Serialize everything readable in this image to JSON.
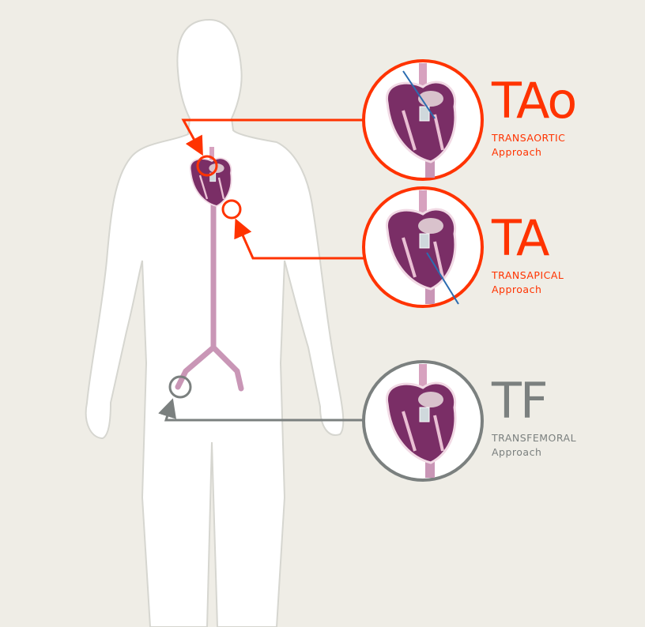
{
  "colors": {
    "background": "#efede6",
    "active": "#ff3300",
    "inactive": "#7b807f",
    "heart": "#7a2e66",
    "vessel": "#c996b6"
  },
  "approaches": [
    {
      "abbr": "TAo",
      "name": "TRANSAORTIC",
      "word": "Approach",
      "state": "active"
    },
    {
      "abbr": "TA",
      "name": "TRANSAPICAL",
      "word": "Approach",
      "state": "active"
    },
    {
      "abbr": "TF",
      "name": "TRANSFEMORAL",
      "word": "Approach",
      "state": "inactive"
    }
  ]
}
